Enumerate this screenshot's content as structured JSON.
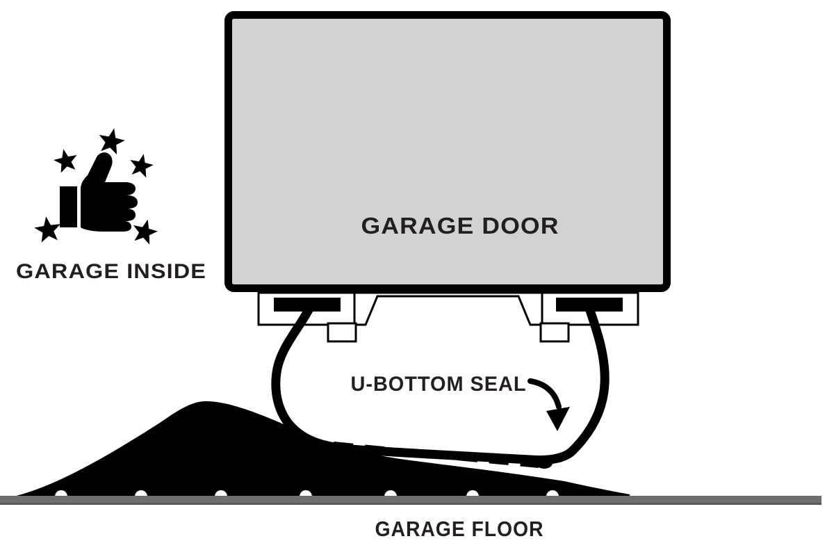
{
  "page": {
    "background": "#ffffff"
  },
  "diagram": {
    "garage_door": {
      "label": "GARAGE DOOR",
      "fill_color": "#d2d2d2",
      "outline_color": "#000000"
    },
    "seal": {
      "label": "U-BOTTOM SEAL"
    },
    "garage_inside": {
      "label": "GARAGE INSIDE"
    },
    "garage_floor": {
      "label": "GARAGE FLOOR",
      "bar_color": "#6e6e6e"
    },
    "icons": [
      {
        "name": "thumbs-up-icon"
      },
      {
        "name": "star-icon",
        "count": 5
      },
      {
        "name": "curved-arrow-icon"
      }
    ],
    "text_color": "#231f20"
  }
}
